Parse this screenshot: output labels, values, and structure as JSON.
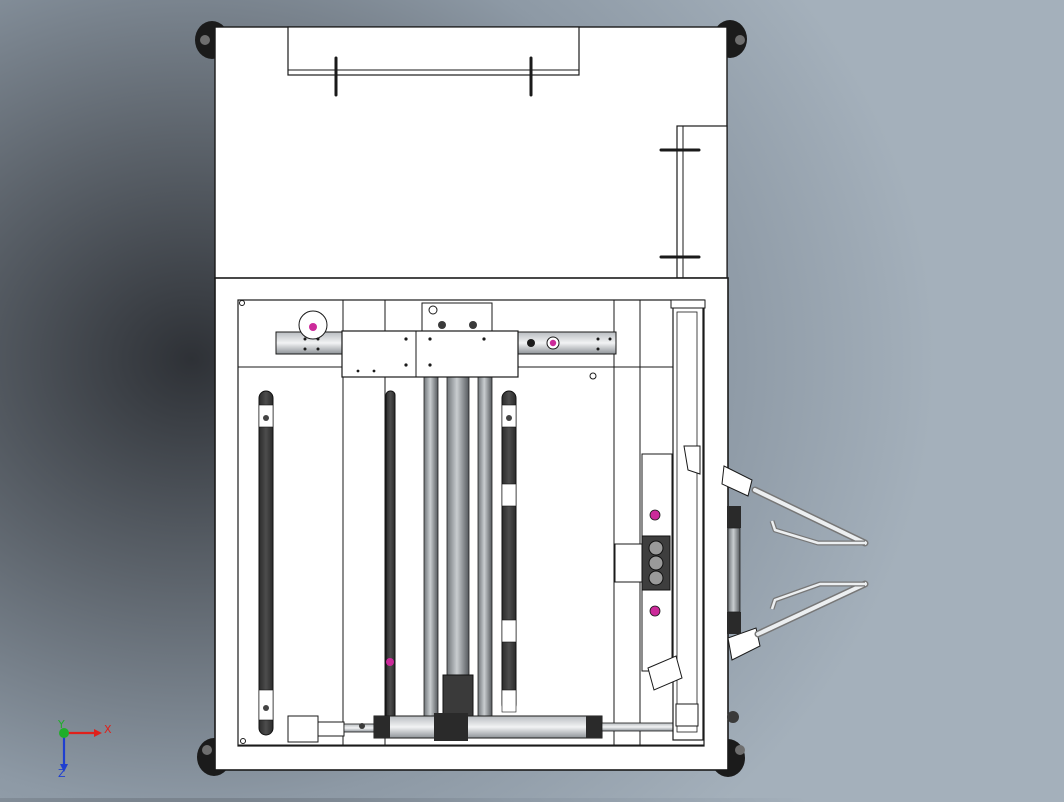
{
  "view": {
    "background_colors": [
      "#2e3136",
      "#5d646c",
      "#8d99a5",
      "#a4b0bb"
    ],
    "model_color": "#ffffff",
    "edge_color": "#1a1a1a"
  },
  "triad": {
    "x_label": "X",
    "y_label": "Y",
    "z_label": "Z",
    "x_color": "#e0201a",
    "y_color": "#1fae2a",
    "z_color": "#1f3fd0"
  }
}
